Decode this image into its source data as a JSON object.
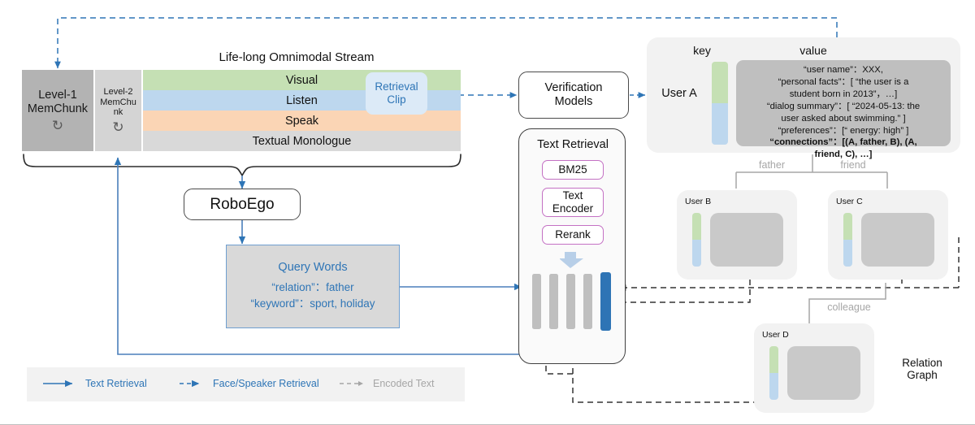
{
  "stream": {
    "title": "Life-long Omnimodal Stream",
    "mem1": {
      "l1": "Level-1",
      "l2": "MemChunk",
      "icon": "recycle-icon"
    },
    "mem2": {
      "l1": "Level-2",
      "l2": "MemChu",
      "l3": "nk",
      "icon": "recycle-icon"
    },
    "bands": [
      {
        "name": "Visual",
        "color": "#c5e0b4"
      },
      {
        "name": "Listen",
        "color": "#bdd7ee"
      },
      {
        "name": "Speak",
        "color": "#fbd5b5"
      },
      {
        "name": "Textual Monologue",
        "color": "#d9d9d9"
      }
    ],
    "clip": {
      "l1": "Retrieval",
      "l2": "Clip"
    }
  },
  "verification": {
    "l1": "Verification",
    "l2": "Models"
  },
  "roboego": {
    "label": "RoboEgo"
  },
  "query": {
    "title": "Query Words",
    "line1": "“relation”：father",
    "line2": "“keyword”：sport, holiday"
  },
  "text_retrieval": {
    "title": "Text Retrieval",
    "modules": [
      {
        "label": "BM25"
      },
      {
        "l1": "Text",
        "l2": "Encoder"
      },
      {
        "label": "Rerank"
      }
    ],
    "results": {
      "count": 5,
      "selected_index": 4,
      "bar_color": "#bfbfbf",
      "selected_color": "#2e74b5"
    }
  },
  "memory": {
    "key_header": "key",
    "value_header": "value",
    "user_a": "User A",
    "value_lines": [
      "“user name”：XXX,",
      "“personal facts”：[ “the user is a",
      "student born in 2013”，…]",
      "“dialog summary”：[ “2024-05-13: the",
      "user asked about swimming.” ]",
      "“preferences”：[“ energy: high” ]"
    ],
    "value_bold_lines": [
      "“connections”：[(A, father, B), (A,",
      "friend, C), …]"
    ]
  },
  "relation_graph": {
    "caption_l1": "Relation",
    "caption_l2": "Graph",
    "edges": [
      {
        "label": "father"
      },
      {
        "label": "friend"
      },
      {
        "label": "colleague"
      }
    ],
    "nodes": [
      {
        "label": "User B"
      },
      {
        "label": "User C"
      },
      {
        "label": "User D"
      }
    ]
  },
  "legend": {
    "items": [
      {
        "label": "Text Retrieval",
        "style": "solid",
        "color": "#2e75b6"
      },
      {
        "label": "Face/Speaker Retrieval",
        "style": "dashed",
        "color": "#2e75b6"
      },
      {
        "label": "Encoded Text",
        "style": "dashed",
        "color": "#a6a6a6"
      }
    ]
  },
  "colors": {
    "green": "#c5e0b4",
    "blue": "#bdd7ee",
    "orange": "#fbd5b5",
    "grey": "#d9d9d9",
    "accent_blue": "#2e75b6",
    "bar_blue": "#2e74b5",
    "pill_border": "#c471c4",
    "card_bg": "#f2f2f2",
    "value_bg": "#bfbfbf",
    "dash_grey": "#808080"
  }
}
